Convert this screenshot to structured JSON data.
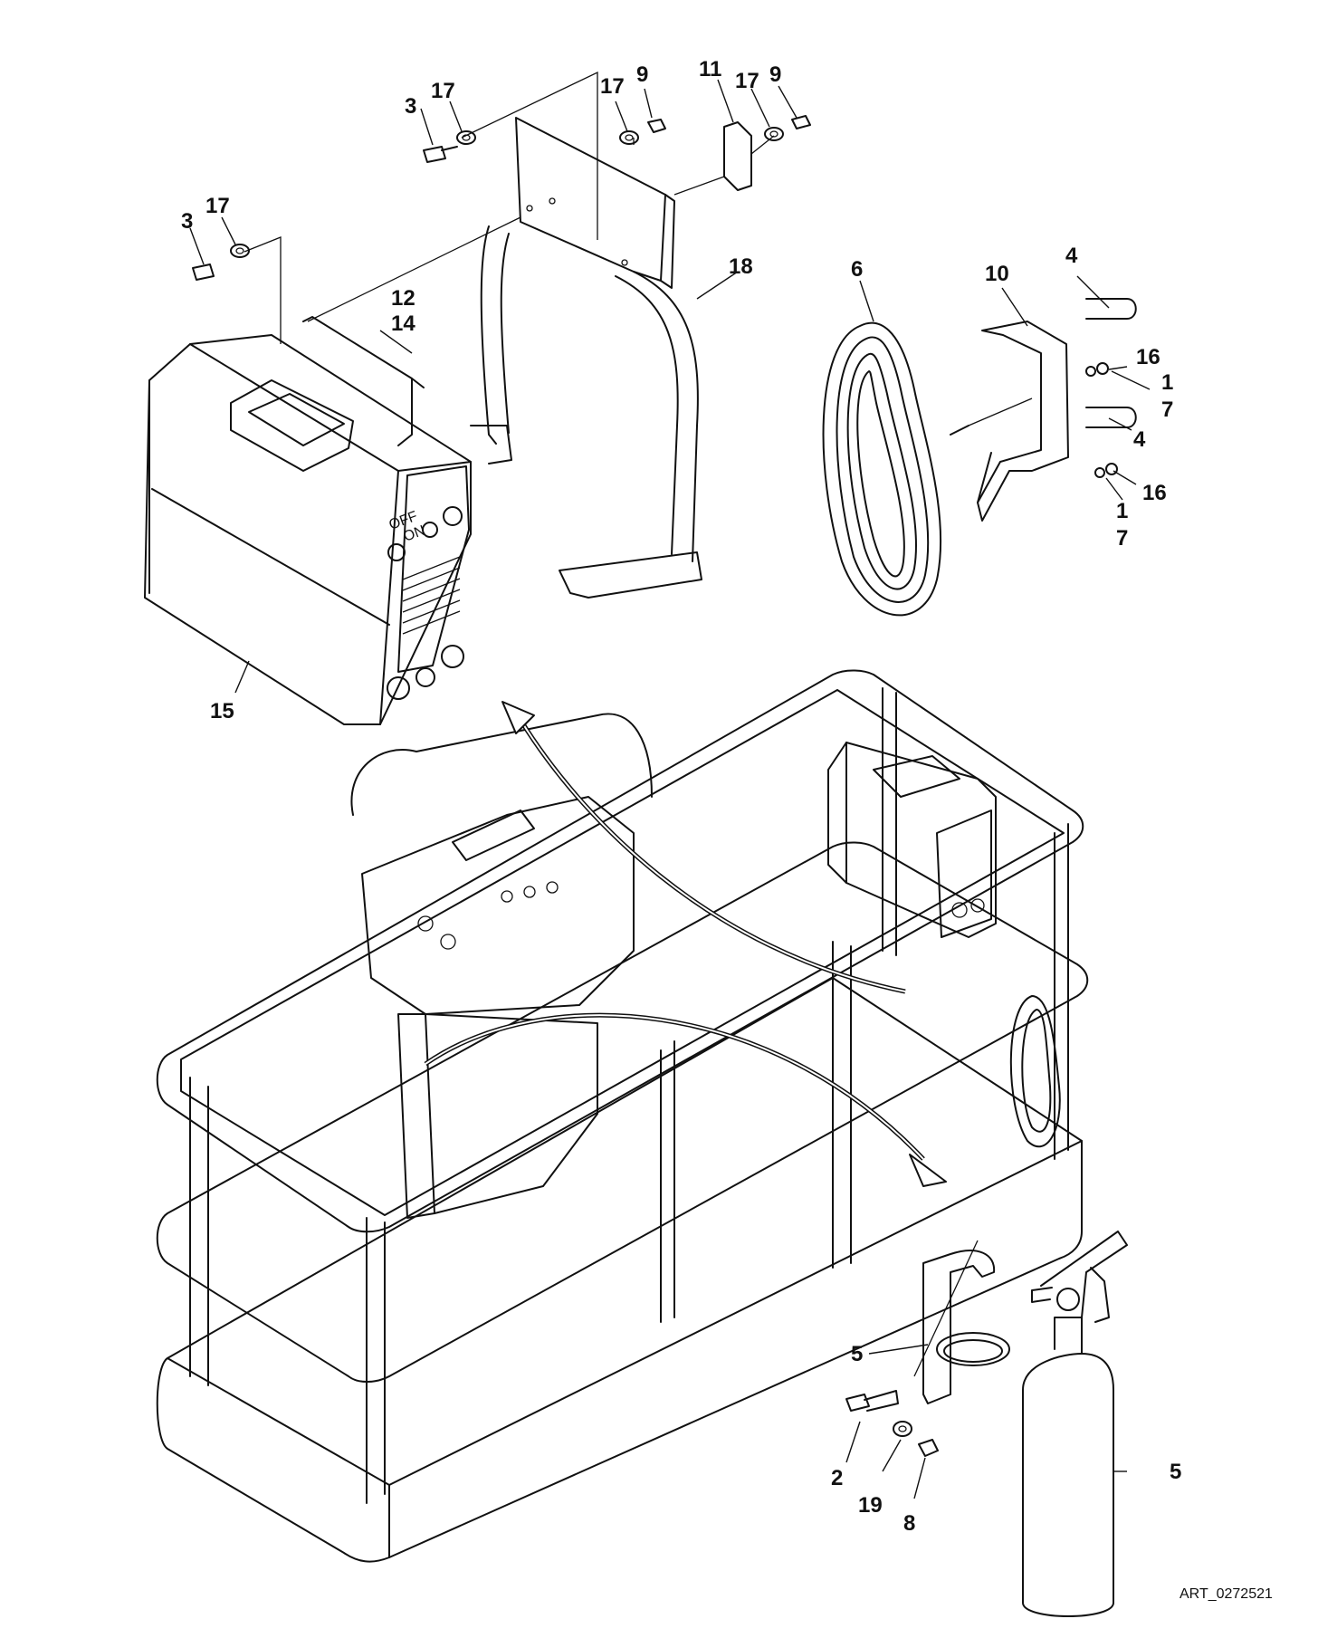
{
  "diagram": {
    "art_id": "ART_0272521",
    "callouts": [
      "1",
      "2",
      "3",
      "4",
      "5",
      "6",
      "7",
      "8",
      "9",
      "10",
      "11",
      "12",
      "14",
      "15",
      "16",
      "17",
      "18",
      "19"
    ],
    "welder_panel_labels": {
      "off": "OFF",
      "on": "ON"
    }
  }
}
